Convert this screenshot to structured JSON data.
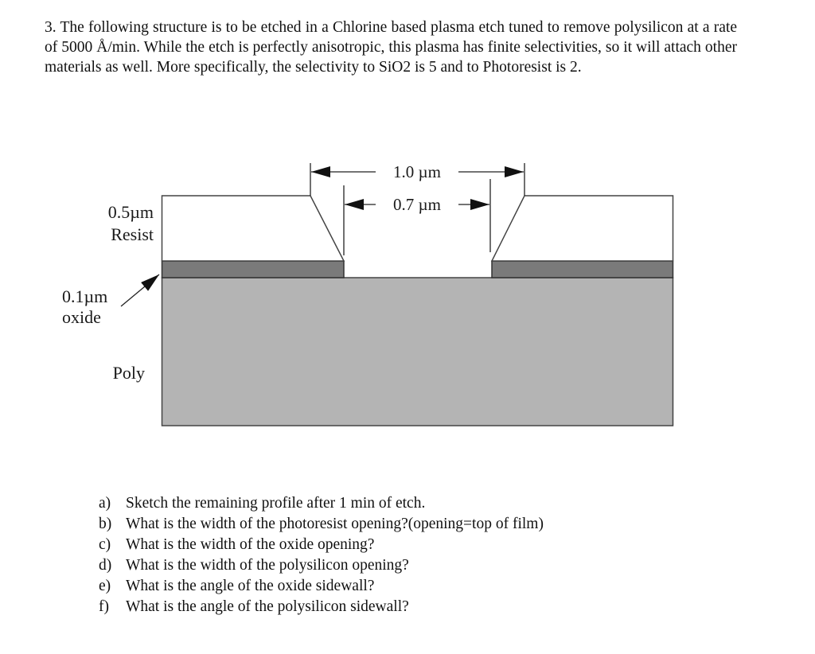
{
  "problem": {
    "number": "3.",
    "text": "The following structure is to be etched in a Chlorine based plasma etch tuned to remove polysilicon at a rate of 5000 Å/min. While the etch is perfectly anisotropic, this plasma has finite selectivities, so it will attach other materials as well. More specifically, the selectivity to SiO2 is 5 and to Photoresist is 2."
  },
  "diagram": {
    "dimensions": {
      "top_opening": "1.0 µm",
      "bottom_opening": "0.7 µm"
    },
    "labels": {
      "resist_thickness": "0.5µm",
      "resist_name": "Resist",
      "oxide_thickness": "0.1µm",
      "oxide_name": "oxide",
      "poly_name": "Poly"
    },
    "colors": {
      "resist": "#ffffff",
      "oxide": "#7a7a7a",
      "poly": "#b4b4b4",
      "outline": "#444444"
    }
  },
  "questions": [
    {
      "label": "a)",
      "text": "Sketch the remaining profile after 1 min of etch."
    },
    {
      "label": "b)",
      "text": "What is the width of the photoresist opening?(opening=top of film)"
    },
    {
      "label": "c)",
      "text": "What is the width of the oxide opening?"
    },
    {
      "label": "d)",
      "text": "What is the width of the polysilicon opening?"
    },
    {
      "label": "e)",
      "text": "What is the angle of the oxide sidewall?"
    },
    {
      "label": "f)",
      "text": "What is the angle of the polysilicon sidewall?"
    }
  ]
}
